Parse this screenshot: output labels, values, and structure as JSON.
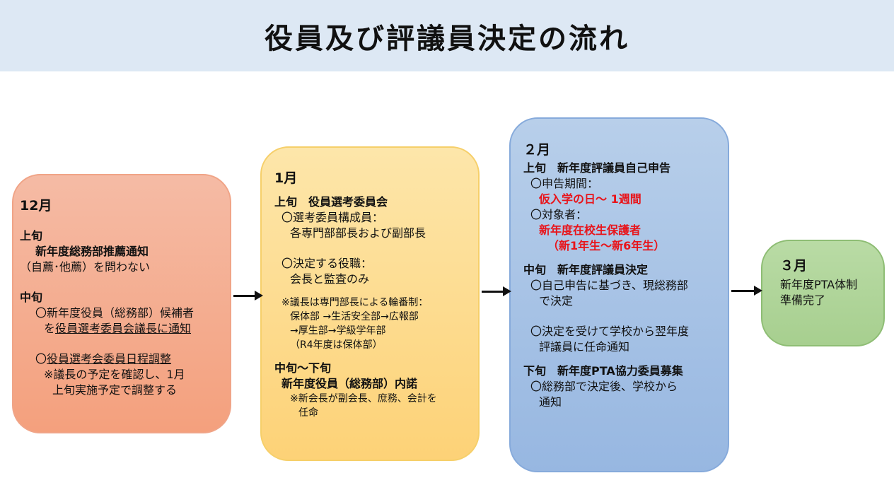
{
  "title": "役員及び評議員決定の流れ",
  "dec": {
    "month": "12月",
    "l1": "上旬",
    "l2": "新年度総務部推薦通知",
    "l3": "（自薦･他薦）を問わない",
    "l4": "中旬",
    "l5": "〇新年度役員（総務部）候補者",
    "l6_pre": "を",
    "l6_ul": "役員選考委員会議長に通知",
    "l7_pre": "〇",
    "l7_ul": "役員選考会委員日程調整",
    "l8": "※議長の予定を確認し、1月",
    "l9": "上旬実施予定で調整する"
  },
  "jan": {
    "month": "1月",
    "l1": "上旬　役員選考委員会",
    "l2": "〇選考委員構成員：",
    "l3": "各専門部部長および副部長",
    "l4": "〇決定する役職：",
    "l5": "会長と監査のみ",
    "l6": "※議長は専門部長による輪番制：",
    "l7": "保体部 →生活安全部→広報部",
    "l8": "→厚生部→学級学年部",
    "l9": "（R4年度は保体部）",
    "l10": "中旬～下旬",
    "l11": "新年度役員（総務部）内諾",
    "l12": "※新会長が副会長、庶務、会計を",
    "l13": "任命"
  },
  "feb": {
    "month": "２月",
    "l1": "上旬　新年度評議員自己申告",
    "l2": "〇申告期間：",
    "l3": "仮入学の日～ 1週間",
    "l4": "〇対象者：",
    "l5": "新年度在校生保護者",
    "l6": "（新1年生～新6年生）",
    "l7": "中旬　新年度評議員決定",
    "l8": "〇自己申告に基づき、現総務部",
    "l9": "で決定",
    "l10": "〇決定を受けて学校から翌年度",
    "l11": "評議員に任命通知",
    "l12": "下旬　新年度PTA協力委員募集",
    "l13": "〇総務部で決定後、学校から",
    "l14": "通知"
  },
  "mar": {
    "month": "３月",
    "l1": "新年度PTA体制",
    "l2": "準備完了"
  }
}
